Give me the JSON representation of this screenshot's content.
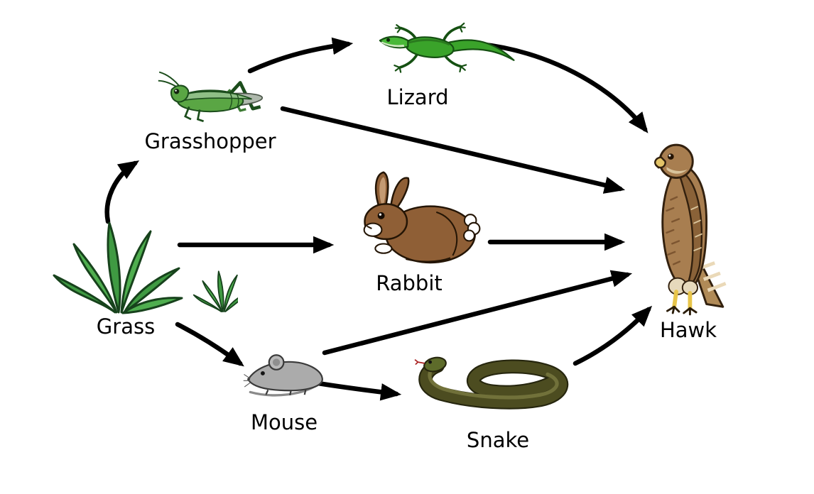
{
  "diagram": {
    "type": "food-web",
    "background_color": "#ffffff",
    "arrow_color": "#000000",
    "nodes": [
      {
        "id": "grass",
        "label": "Grass"
      },
      {
        "id": "grasshopper",
        "label": "Grasshopper"
      },
      {
        "id": "lizard",
        "label": "Lizard"
      },
      {
        "id": "rabbit",
        "label": "Rabbit"
      },
      {
        "id": "mouse",
        "label": "Mouse"
      },
      {
        "id": "snake",
        "label": "Snake"
      },
      {
        "id": "hawk",
        "label": "Hawk"
      }
    ],
    "edges": [
      {
        "from": "grass",
        "to": "grasshopper"
      },
      {
        "from": "grass",
        "to": "rabbit"
      },
      {
        "from": "grass",
        "to": "mouse"
      },
      {
        "from": "grasshopper",
        "to": "lizard"
      },
      {
        "from": "grasshopper",
        "to": "hawk"
      },
      {
        "from": "lizard",
        "to": "hawk"
      },
      {
        "from": "rabbit",
        "to": "hawk"
      },
      {
        "from": "mouse",
        "to": "snake"
      },
      {
        "from": "mouse",
        "to": "hawk"
      },
      {
        "from": "snake",
        "to": "hawk"
      }
    ]
  }
}
